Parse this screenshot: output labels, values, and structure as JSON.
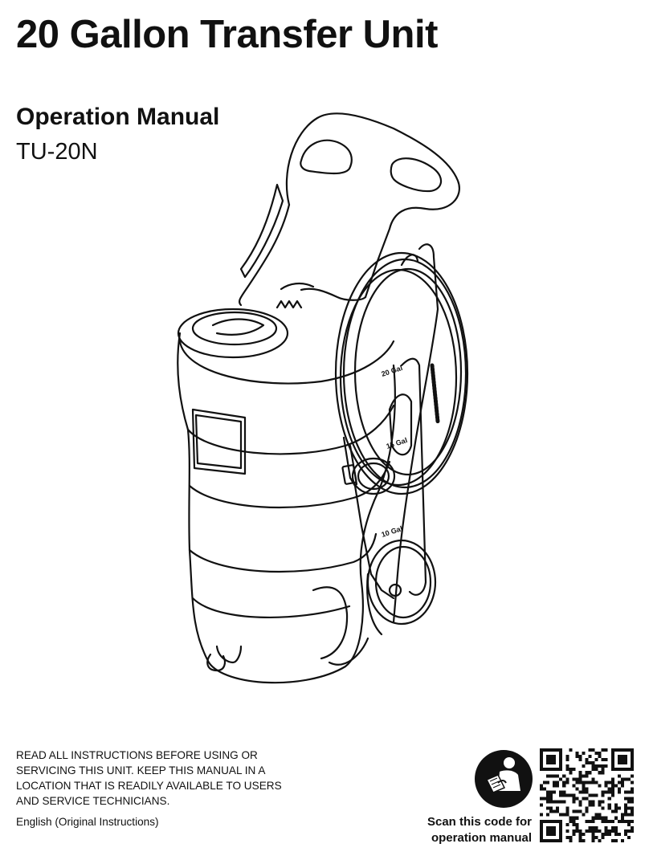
{
  "cover": {
    "title": "20 Gallon Transfer Unit",
    "subtitle": "Operation Manual",
    "model": "TU-20N"
  },
  "illustration": {
    "gauge_labels": [
      "20 Gal",
      "15 Gal",
      "10 Gal"
    ]
  },
  "footer": {
    "warning": "READ ALL INSTRUCTIONS BEFORE USING OR SERVICING THIS UNIT. KEEP THIS MANUAL IN A LOCATION THAT IS READILY AVAILABLE TO USERS AND SERVICE TECHNICIANS.",
    "language": "English (Original Instructions)",
    "scan_line1": "Scan this code for",
    "scan_line2": "operation manual",
    "manual_icon": "read-manual-icon",
    "qr_icon": "qr-code-icon"
  }
}
